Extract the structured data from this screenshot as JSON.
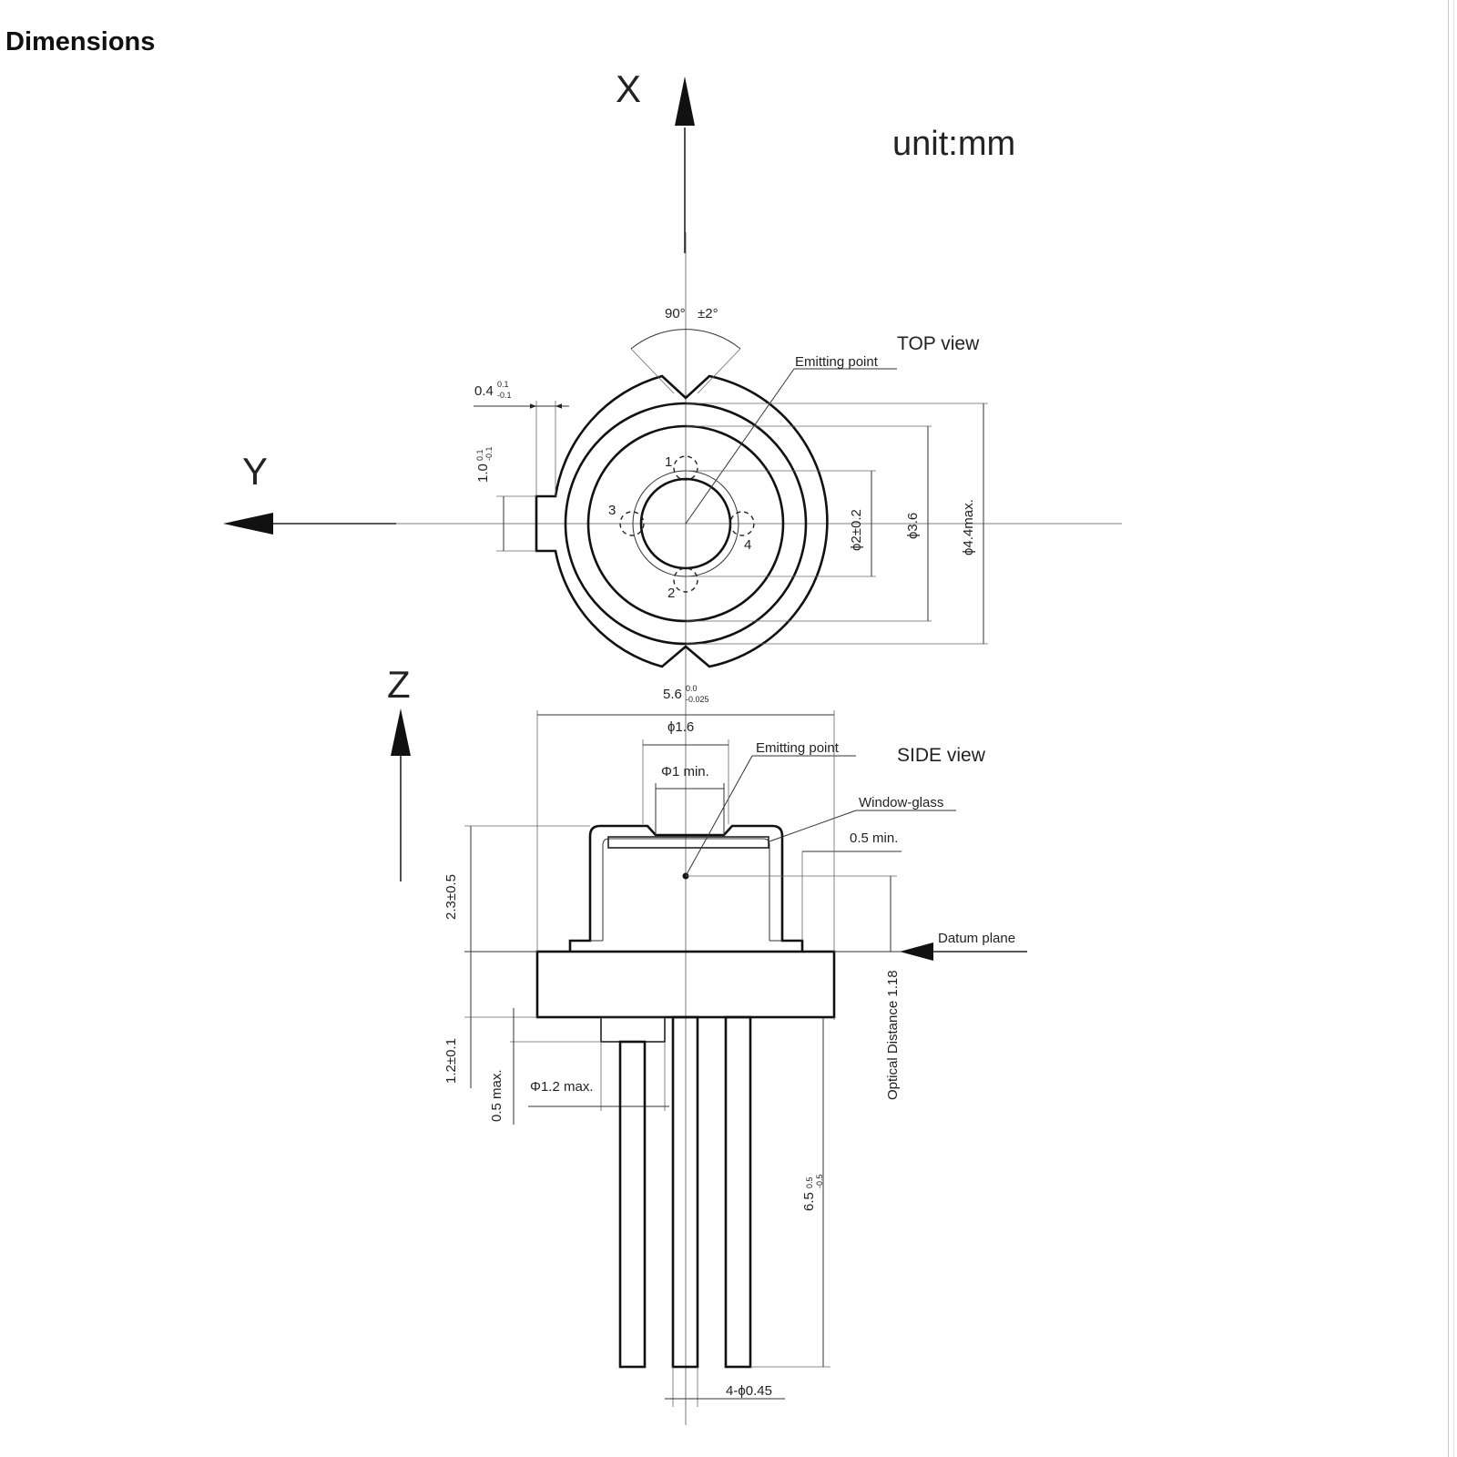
{
  "title": "Dimensions",
  "unit": "unit:mm",
  "axes": {
    "x": "X",
    "y": "Y",
    "z": "Z"
  },
  "top_view": {
    "label": "TOP view",
    "emitting_point": "Emitting point",
    "angle": "90°",
    "angle_tol": "±2°",
    "notch_width": "0.4",
    "notch_width_tol_upper": "0.1",
    "notch_width_tol_lower": "-0.1",
    "notch_depth": "1.0",
    "notch_depth_tol_upper": "0.1",
    "notch_depth_tol_lower": "-0.1",
    "pins": [
      "1",
      "2",
      "3",
      "4"
    ],
    "dim_inner": "ϕ2±0.2",
    "dim_mid": "ϕ3.6",
    "dim_outer": "ϕ4.4max."
  },
  "side_view": {
    "label": "SIDE view",
    "flange_dia": "5.6",
    "flange_tol_upper": "0.0",
    "flange_tol_lower": "-0.025",
    "cap_dia": "ϕ1.6",
    "window_min": "Φ1 min.",
    "emitting_point": "Emitting point",
    "window_glass": "Window-glass",
    "min_05": "0.5 min.",
    "datum_plane": "Datum plane",
    "height_cap": "2.3±0.5",
    "optical_distance": "Optical Distance 1.18",
    "flange_thickness": "1.2±0.1",
    "stub_height": "0.5 max.",
    "stub_dia": "Φ1.2 max.",
    "lead_length": "6.5",
    "lead_tol_upper": "0.5",
    "lead_tol_lower": "-0.5",
    "lead_dia": "4-ϕ0.45"
  }
}
